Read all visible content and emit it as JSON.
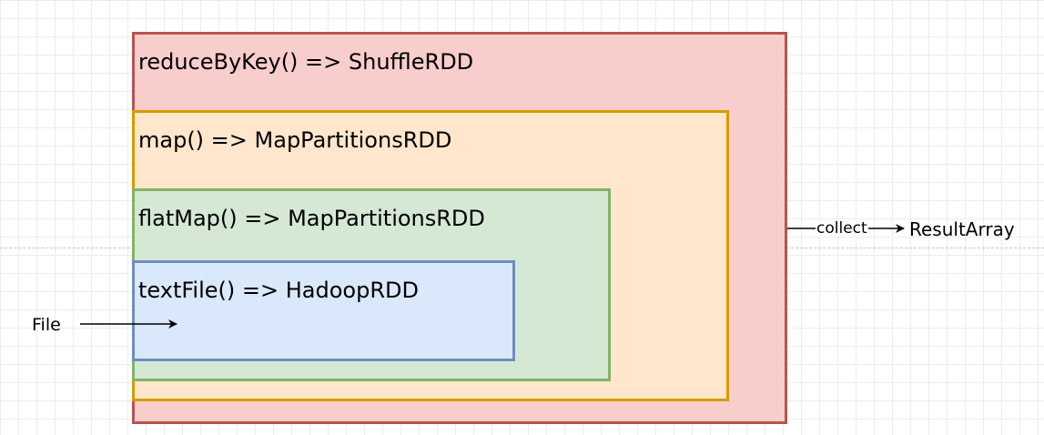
{
  "boxes": {
    "reduce": {
      "label": "reduceByKey() => ShuffleRDD",
      "fill": "#f8cecc",
      "stroke": "#b85450"
    },
    "map": {
      "label": "map() => MapPartitionsRDD",
      "fill": "#ffe6cc",
      "stroke": "#d79b00"
    },
    "flatmap": {
      "label": "flatMap() => MapPartitionsRDD",
      "fill": "#d5e8d4",
      "stroke": "#82b366"
    },
    "textfile": {
      "label": "textFile() => HadoopRDD",
      "fill": "#dae8fc",
      "stroke": "#6c8ebf"
    }
  },
  "input": {
    "label": "File"
  },
  "output": {
    "edge_label": "collect",
    "label": "ResultArray"
  }
}
